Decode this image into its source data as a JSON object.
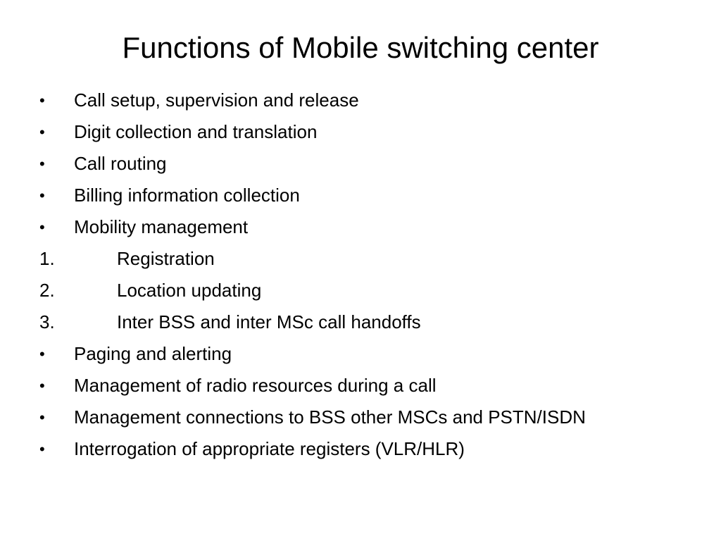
{
  "slide": {
    "title": "Functions of Mobile switching center",
    "bullet_glyph": "•",
    "items": [
      {
        "type": "bullet",
        "marker": "•",
        "text": "Call setup, supervision and release"
      },
      {
        "type": "bullet",
        "marker": "•",
        "text": "Digit collection and translation"
      },
      {
        "type": "bullet",
        "marker": "•",
        "text": "Call routing"
      },
      {
        "type": "bullet",
        "marker": "•",
        "text": "Billing information collection"
      },
      {
        "type": "bullet",
        "marker": "•",
        "text": "Mobility management"
      },
      {
        "type": "numbered",
        "marker": "1.",
        "text": "Registration"
      },
      {
        "type": "numbered",
        "marker": "2.",
        "text": "Location updating"
      },
      {
        "type": "numbered",
        "marker": "3.",
        "text": "Inter BSS and inter MSc call handoffs"
      },
      {
        "type": "bullet",
        "marker": "•",
        "text": "Paging and alerting"
      },
      {
        "type": "bullet",
        "marker": "•",
        "text": "Management of radio resources during a call"
      },
      {
        "type": "bullet",
        "marker": "•",
        "text": "Management connections to BSS other MSCs and PSTN/ISDN"
      },
      {
        "type": "bullet",
        "marker": "•",
        "text": "Interrogation of appropriate registers (VLR/HLR)"
      }
    ]
  }
}
